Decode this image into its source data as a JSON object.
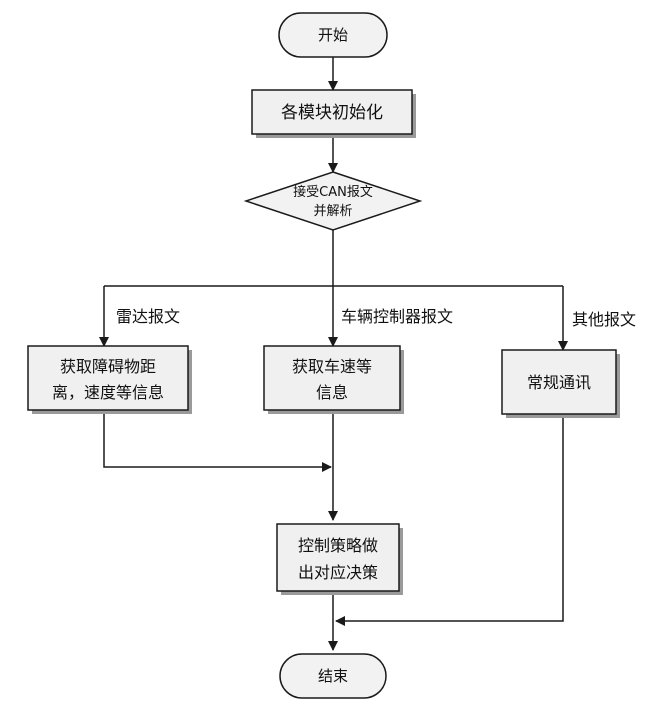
{
  "nodes": {
    "start": {
      "label": "开始"
    },
    "init": {
      "label": "各模块初始化"
    },
    "decision": {
      "line1": "接受CAN报文",
      "line2": "并解析"
    },
    "radar": {
      "line1": "获取障碍物距",
      "line2": "离，速度等信息"
    },
    "vehicle": {
      "line1": "获取车速等",
      "line2": "信息"
    },
    "other": {
      "label": "常规通讯"
    },
    "strategy": {
      "line1": "控制策略做",
      "line2": "出对应决策"
    },
    "end": {
      "label": "结束"
    }
  },
  "branches": {
    "radar": "雷达报文",
    "vehicle": "车辆控制器报文",
    "other": "其他报文"
  },
  "colors": {
    "box_fill": "#f0f0f0",
    "terminal_fill": "#f2f2f2",
    "stroke": "#1a1a1a",
    "shadow": "#9a9a9a"
  }
}
